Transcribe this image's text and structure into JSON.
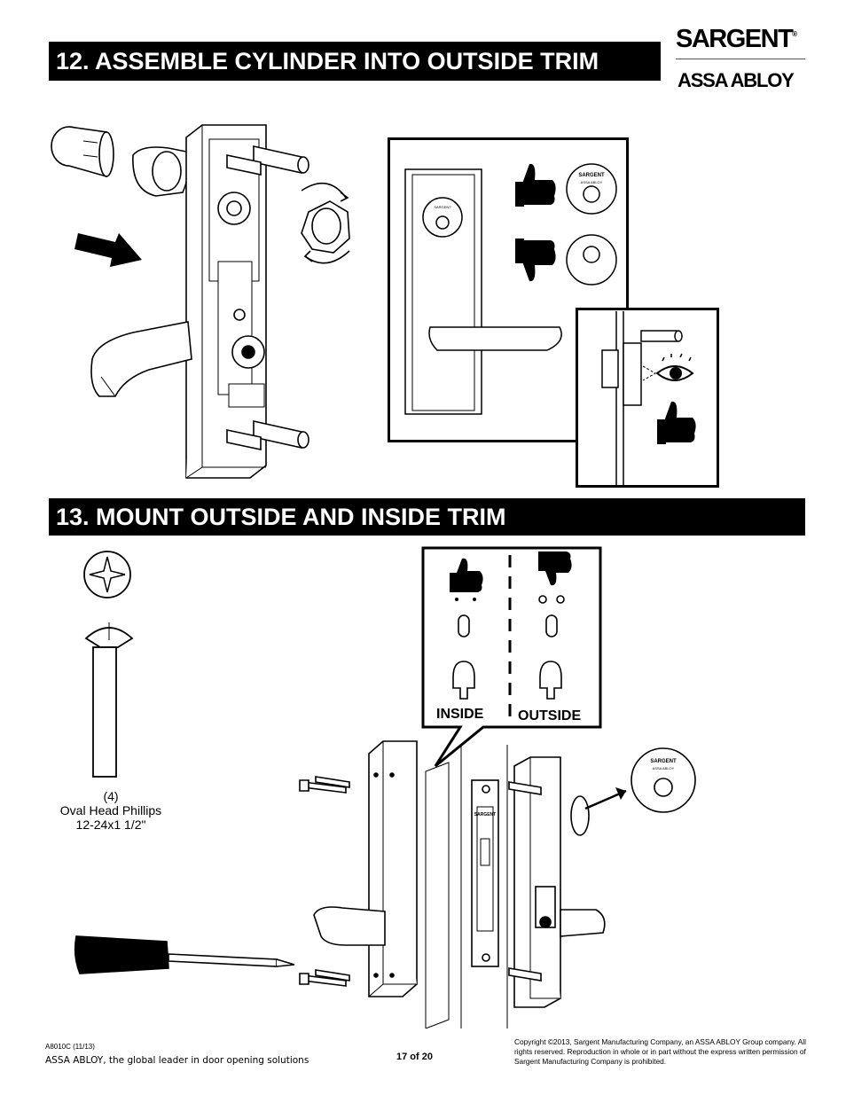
{
  "step12": {
    "title": "12.  ASSEMBLE CYLINDER INTO OUTSIDE TRIM"
  },
  "step13": {
    "title": "13.  MOUNT OUTSIDE AND INSIDE TRIM"
  },
  "brand": {
    "name": "SARGENT",
    "registered": "®",
    "parent": "ASSA ABLOY"
  },
  "cylinder_face": {
    "brand": "SARGENT",
    "parent": "ASSA ABLOY"
  },
  "callout": {
    "inside_label": "INSIDE",
    "outside_label": "OUTSIDE"
  },
  "screw": {
    "qty": "(4)",
    "type": "Oval Head Phillips",
    "size": "12-24x1 1/2\""
  },
  "footer": {
    "doc_code": "A8010C (11/13)",
    "tagline": "ASSA ABLOY, the global leader in door opening solutions",
    "page": "17 of 20",
    "copyright": "Copyright ©2013, Sargent Manufacturing Company, an ASSA ABLOY Group company. All rights reserved. Reproduction in whole or in part without the express written permission of Sargent Manufacturing Company is prohibited."
  }
}
